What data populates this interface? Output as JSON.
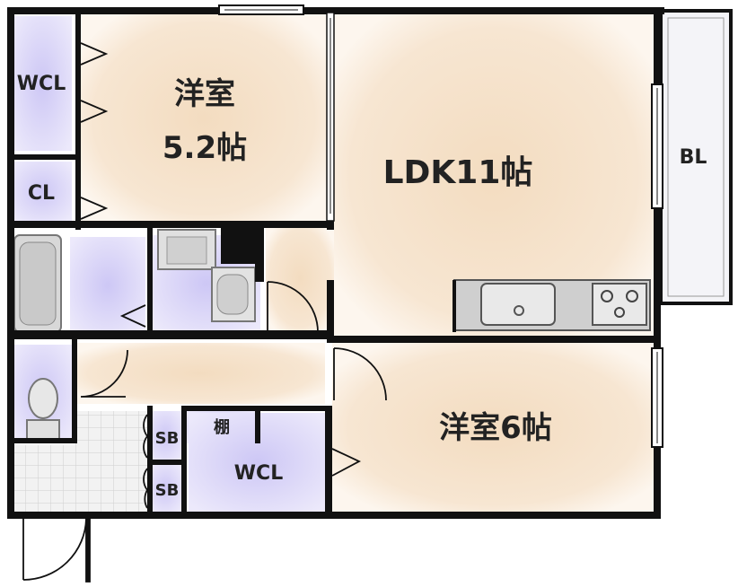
{
  "rooms": {
    "western_room_1": {
      "name": "洋室",
      "size": "5.2帖"
    },
    "ldk": {
      "label": "LDK11帖"
    },
    "western_room_2": {
      "label": "洋室6帖"
    }
  },
  "storage": {
    "wcl_top": "WCL",
    "cl": "CL",
    "bl": "BL",
    "sb_upper": "SB",
    "sb_lower": "SB",
    "shelf": "棚",
    "wcl_bottom": "WCL"
  },
  "colors": {
    "room_floor": "#f6e3cc",
    "storage_fill": "#d8d2f6",
    "wall": "#111111",
    "fixture_gray": "#cfcfcf",
    "tile_gray": "#dcdcdc"
  }
}
